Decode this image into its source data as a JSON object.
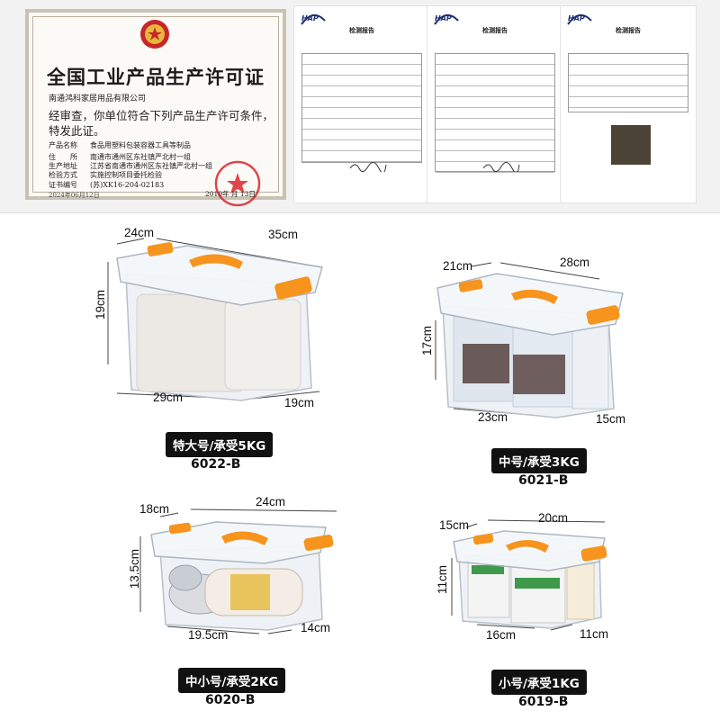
{
  "certificate": {
    "title": "全国工业产品生产许可证",
    "company": "南通鸿科家居用品有限公司",
    "body": "经审查，你单位符合下列产品生产许可条件，特发此证。",
    "rows": [
      {
        "k": "产品名称",
        "v": "食品用塑料包装容器工具等制品"
      },
      {
        "k": "住　　所",
        "v": "南通市通州区东社镇严北村一组"
      },
      {
        "k": "生产地址",
        "v": "江苏省南通市通州区东社镇严北村一组"
      },
      {
        "k": "检验方式",
        "v": "实施控制项目委托检验"
      },
      {
        "k": "证书编号",
        "v": "(苏)XK16-204-02183"
      }
    ],
    "date": "2019年   月   13日",
    "expiry": "2024年06月12日"
  },
  "reports": [
    {
      "logo": "HAP",
      "title": "检测报告"
    },
    {
      "logo": "HAP",
      "title": "检测报告"
    },
    {
      "logo": "HAP",
      "title": "检测报告"
    }
  ],
  "products": [
    {
      "depth": "24cm",
      "length": "35cm",
      "height": "19cm",
      "bottom_length": "29cm",
      "bottom_depth": "19cm",
      "badge": "特大号/承受5KG",
      "code": "6022-B"
    },
    {
      "depth": "21cm",
      "length": "28cm",
      "height": "17cm",
      "bottom_length": "23cm",
      "bottom_depth": "15cm",
      "badge": "中号/承受3KG",
      "code": "6021-B"
    },
    {
      "depth": "18cm",
      "length": "24cm",
      "height": "13.5cm",
      "bottom_length": "19.5cm",
      "bottom_depth": "14cm",
      "badge": "中小号/承受2KG",
      "code": "6020-B"
    },
    {
      "depth": "15cm",
      "length": "20cm",
      "height": "11cm",
      "bottom_length": "16cm",
      "bottom_depth": "11cm",
      "badge": "小号/承受1KG",
      "code": "6019-B"
    }
  ],
  "colors": {
    "handle": "#f7941d",
    "badge": "#111111",
    "seal": "#d9262b"
  }
}
